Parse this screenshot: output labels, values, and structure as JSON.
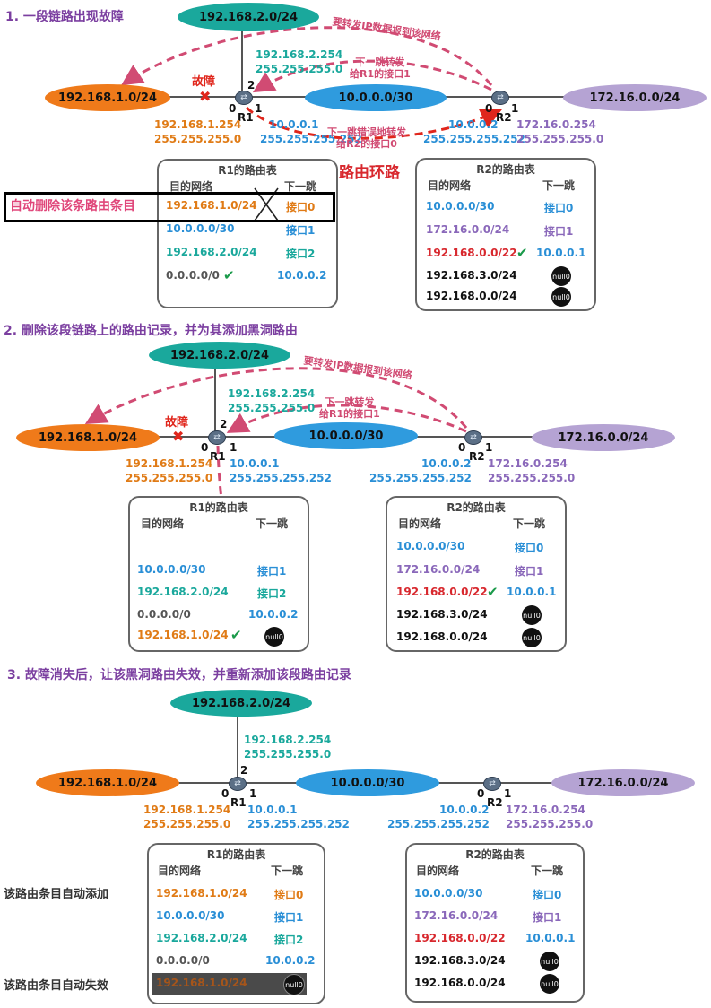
{
  "steps": [
    {
      "title": "1. 一段链路出现故障"
    },
    {
      "title": "2. 删除该段链路上的路由记录，并为其添加黑洞路由"
    },
    {
      "title": "3. 故障消失后，让该黑洞路由失效，并重新添加该段路由记录"
    }
  ],
  "networks": {
    "net_192_2": "192.168.2.0/24",
    "net_192_1": "192.168.1.0/24",
    "net_10": "10.0.0.0/30",
    "net_172": "172.16.0.0/24"
  },
  "routers": {
    "r1": "R1",
    "r2": "R2"
  },
  "ports": {
    "p0": "0",
    "p1": "1",
    "p2": "2"
  },
  "addresses": {
    "r1_if0_ip": "192.168.1.254",
    "r1_if0_mask": "255.255.255.0",
    "r1_if1_ip": "10.0.0.1",
    "r1_if1_mask": "255.255.255.252",
    "r1_if2_ip": "192.168.2.254",
    "r1_if2_mask": "255.255.255.0",
    "r2_if0_ip": "10.0.0.2",
    "r2_if0_mask": "255.255.255.252",
    "r2_if1_ip": "172.16.0.254",
    "r2_if1_mask": "255.255.255.0"
  },
  "labels": {
    "fault": "故障",
    "forward_ip_l1": "要转发IP数据报到该网络",
    "next_hop_r1_l1": "下一跳转发",
    "next_hop_r1_l2": "给R1的接口1",
    "wrong_hop_l1": "下一跳错误地转发",
    "wrong_hop_l2": "给R2的接口0",
    "loop": "路由环路",
    "auto_delete": "自动删除该条路由条目",
    "auto_add": "该路由条目自动添加",
    "auto_invalid": "该路由条目自动失效"
  },
  "table_headers": {
    "r1_title": "R1的路由表",
    "r2_title": "R2的路由表",
    "dest": "目的网络",
    "next_hop": "下一跳"
  },
  "r1_table_1": [
    {
      "dest": "192.168.1.0/24",
      "hop": "接口0"
    },
    {
      "dest": "10.0.0.0/30",
      "hop": "接口1"
    },
    {
      "dest": "192.168.2.0/24",
      "hop": "接口2"
    },
    {
      "dest": "0.0.0.0/0",
      "hop": "10.0.0.2"
    }
  ],
  "r1_table_2": [
    {
      "dest": "10.0.0.0/30",
      "hop": "接口1"
    },
    {
      "dest": "192.168.2.0/24",
      "hop": "接口2"
    },
    {
      "dest": "0.0.0.0/0",
      "hop": "10.0.0.2"
    },
    {
      "dest": "192.168.1.0/24",
      "hop": "null0"
    }
  ],
  "r1_table_3": [
    {
      "dest": "192.168.1.0/24",
      "hop": "接口0"
    },
    {
      "dest": "10.0.0.0/30",
      "hop": "接口1"
    },
    {
      "dest": "192.168.2.0/24",
      "hop": "接口2"
    },
    {
      "dest": "0.0.0.0/0",
      "hop": "10.0.0.2"
    },
    {
      "dest": "192.168.1.0/24",
      "hop": "null0"
    }
  ],
  "r2_table": [
    {
      "dest": "10.0.0.0/30",
      "hop": "接口0"
    },
    {
      "dest": "172.16.0.0/24",
      "hop": "接口1"
    },
    {
      "dest": "192.168.0.0/22",
      "hop": "10.0.0.1"
    },
    {
      "dest": "192.168.3.0/24",
      "hop": "null0"
    },
    {
      "dest": "192.168.0.0/24",
      "hop": "null0"
    }
  ],
  "colors": {
    "teal": "#1aa89c",
    "orange": "#ef7a1a",
    "blue": "#2f9bde",
    "purple": "#b5a3d3",
    "red": "#d8282e",
    "pink_dashed": "#d14b73",
    "title_purple": "#7b3fa0",
    "green_check": "#1a9a4a"
  },
  "icons": [
    "router-icon",
    "check-icon",
    "cross-icon",
    "null0-icon"
  ]
}
